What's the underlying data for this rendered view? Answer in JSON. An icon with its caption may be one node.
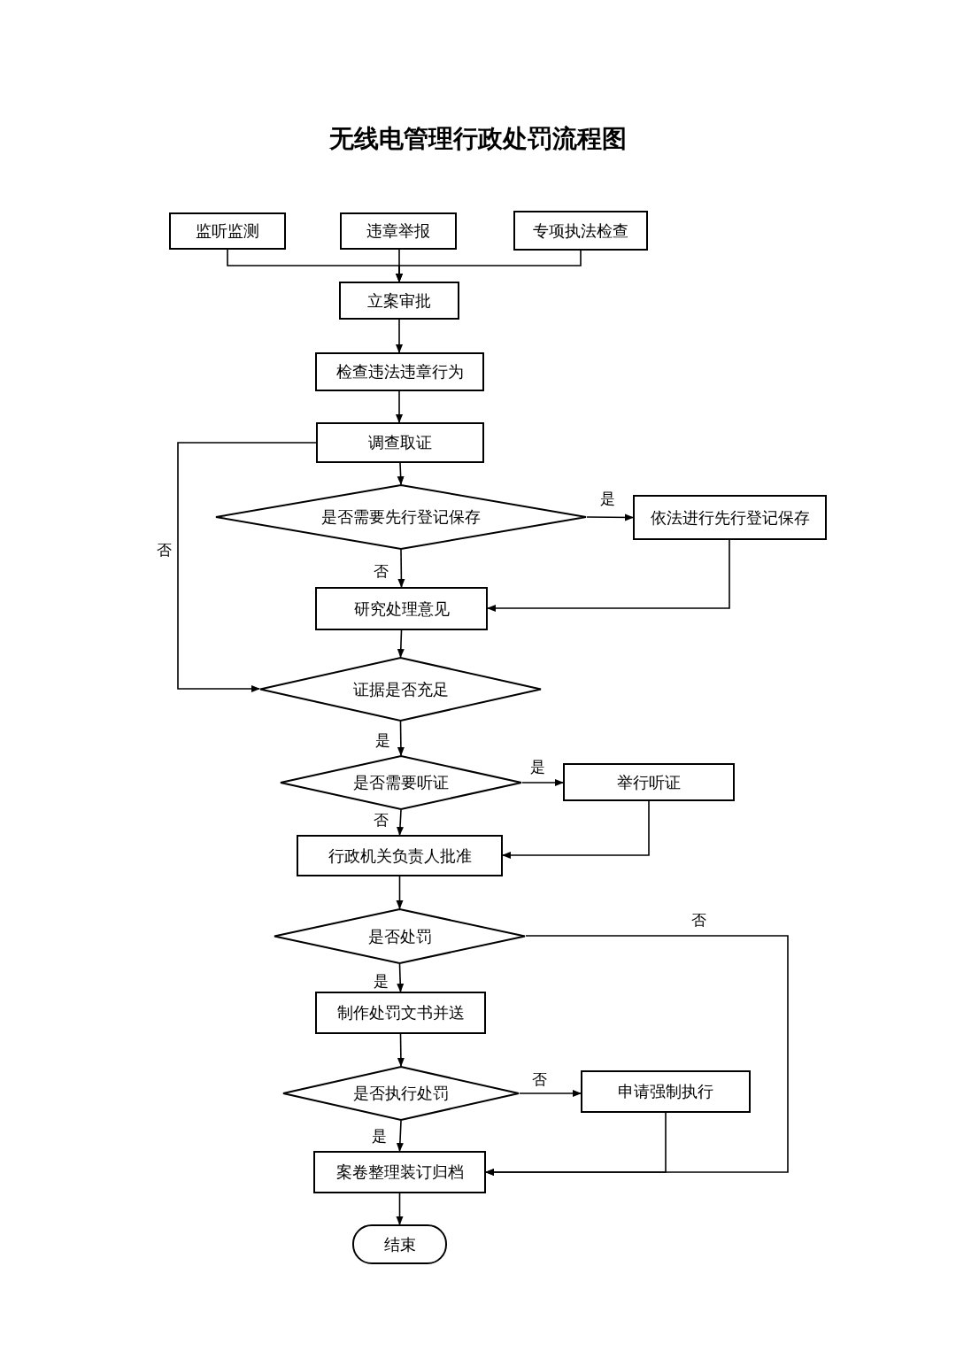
{
  "diagram": {
    "title": "无线电管理行政处罚流程图",
    "nodes": [
      {
        "text": [
          "监听监测"
        ]
      },
      {
        "text": [
          "违章举报"
        ]
      },
      {
        "text": [
          "专项执法检查"
        ]
      },
      {
        "text": [
          "立案审批"
        ]
      },
      {
        "text": [
          "检查违法违章行为"
        ]
      },
      {
        "text": [
          "调查取证"
        ]
      },
      {
        "text": [
          "是否需要先行登记保存"
        ]
      },
      {
        "text": [
          "依法进行先行登记保存"
        ]
      },
      {
        "text": [
          "研究处理意见"
        ]
      },
      {
        "text": [
          "证据是否充足"
        ]
      },
      {
        "text": [
          "是否需要听证"
        ]
      },
      {
        "text": [
          "举行听证"
        ]
      },
      {
        "text": [
          "行政机关负责人批准"
        ]
      },
      {
        "text": [
          "是否处罚"
        ]
      },
      {
        "text": [
          "制作处罚文书并送"
        ]
      },
      {
        "text": [
          "是否执行处罚"
        ]
      },
      {
        "text": [
          "申请强制执行"
        ]
      },
      {
        "text": [
          "案卷整理装订归档"
        ]
      },
      {
        "text": [
          "结束"
        ]
      }
    ],
    "edges": [
      {
        "from": 0,
        "to": 3,
        "arrow": "to"
      },
      {
        "from": 1,
        "to": 3,
        "arrow": "to"
      },
      {
        "from": 2,
        "to": 3,
        "arrow": "to"
      },
      {
        "from": 3,
        "to": 4,
        "arrow": "to"
      },
      {
        "from": 4,
        "to": 5,
        "arrow": "to"
      },
      {
        "from": 5,
        "to": 6,
        "arrow": "to"
      },
      {
        "from": 6,
        "to": 7,
        "arrow": "to",
        "label": "是"
      },
      {
        "from": 6,
        "to": 8,
        "arrow": "to",
        "label": "否"
      },
      {
        "from": 7,
        "to": 8,
        "arrow": "to"
      },
      {
        "from": 5,
        "to": 9,
        "arrow": "to",
        "label": "否"
      },
      {
        "from": 8,
        "to": 9,
        "arrow": "to"
      },
      {
        "from": 9,
        "to": 10,
        "arrow": "to",
        "label": "是"
      },
      {
        "from": 10,
        "to": 11,
        "arrow": "to",
        "label": "是"
      },
      {
        "from": 10,
        "to": 12,
        "arrow": "to",
        "label": "否"
      },
      {
        "from": 11,
        "to": 12,
        "arrow": "to"
      },
      {
        "from": 12,
        "to": 13,
        "arrow": "to"
      },
      {
        "from": 13,
        "to": 14,
        "arrow": "to",
        "label": "是"
      },
      {
        "from": 13,
        "to": 17,
        "arrow": "to",
        "label": "否"
      },
      {
        "from": 14,
        "to": 15,
        "arrow": "to"
      },
      {
        "from": 15,
        "to": 16,
        "arrow": "to",
        "label": "否"
      },
      {
        "from": 15,
        "to": 17,
        "arrow": "to",
        "label": "是"
      },
      {
        "from": 16,
        "to": 17,
        "arrow": "to"
      },
      {
        "from": 17,
        "to": 18,
        "arrow": "to"
      }
    ]
  }
}
